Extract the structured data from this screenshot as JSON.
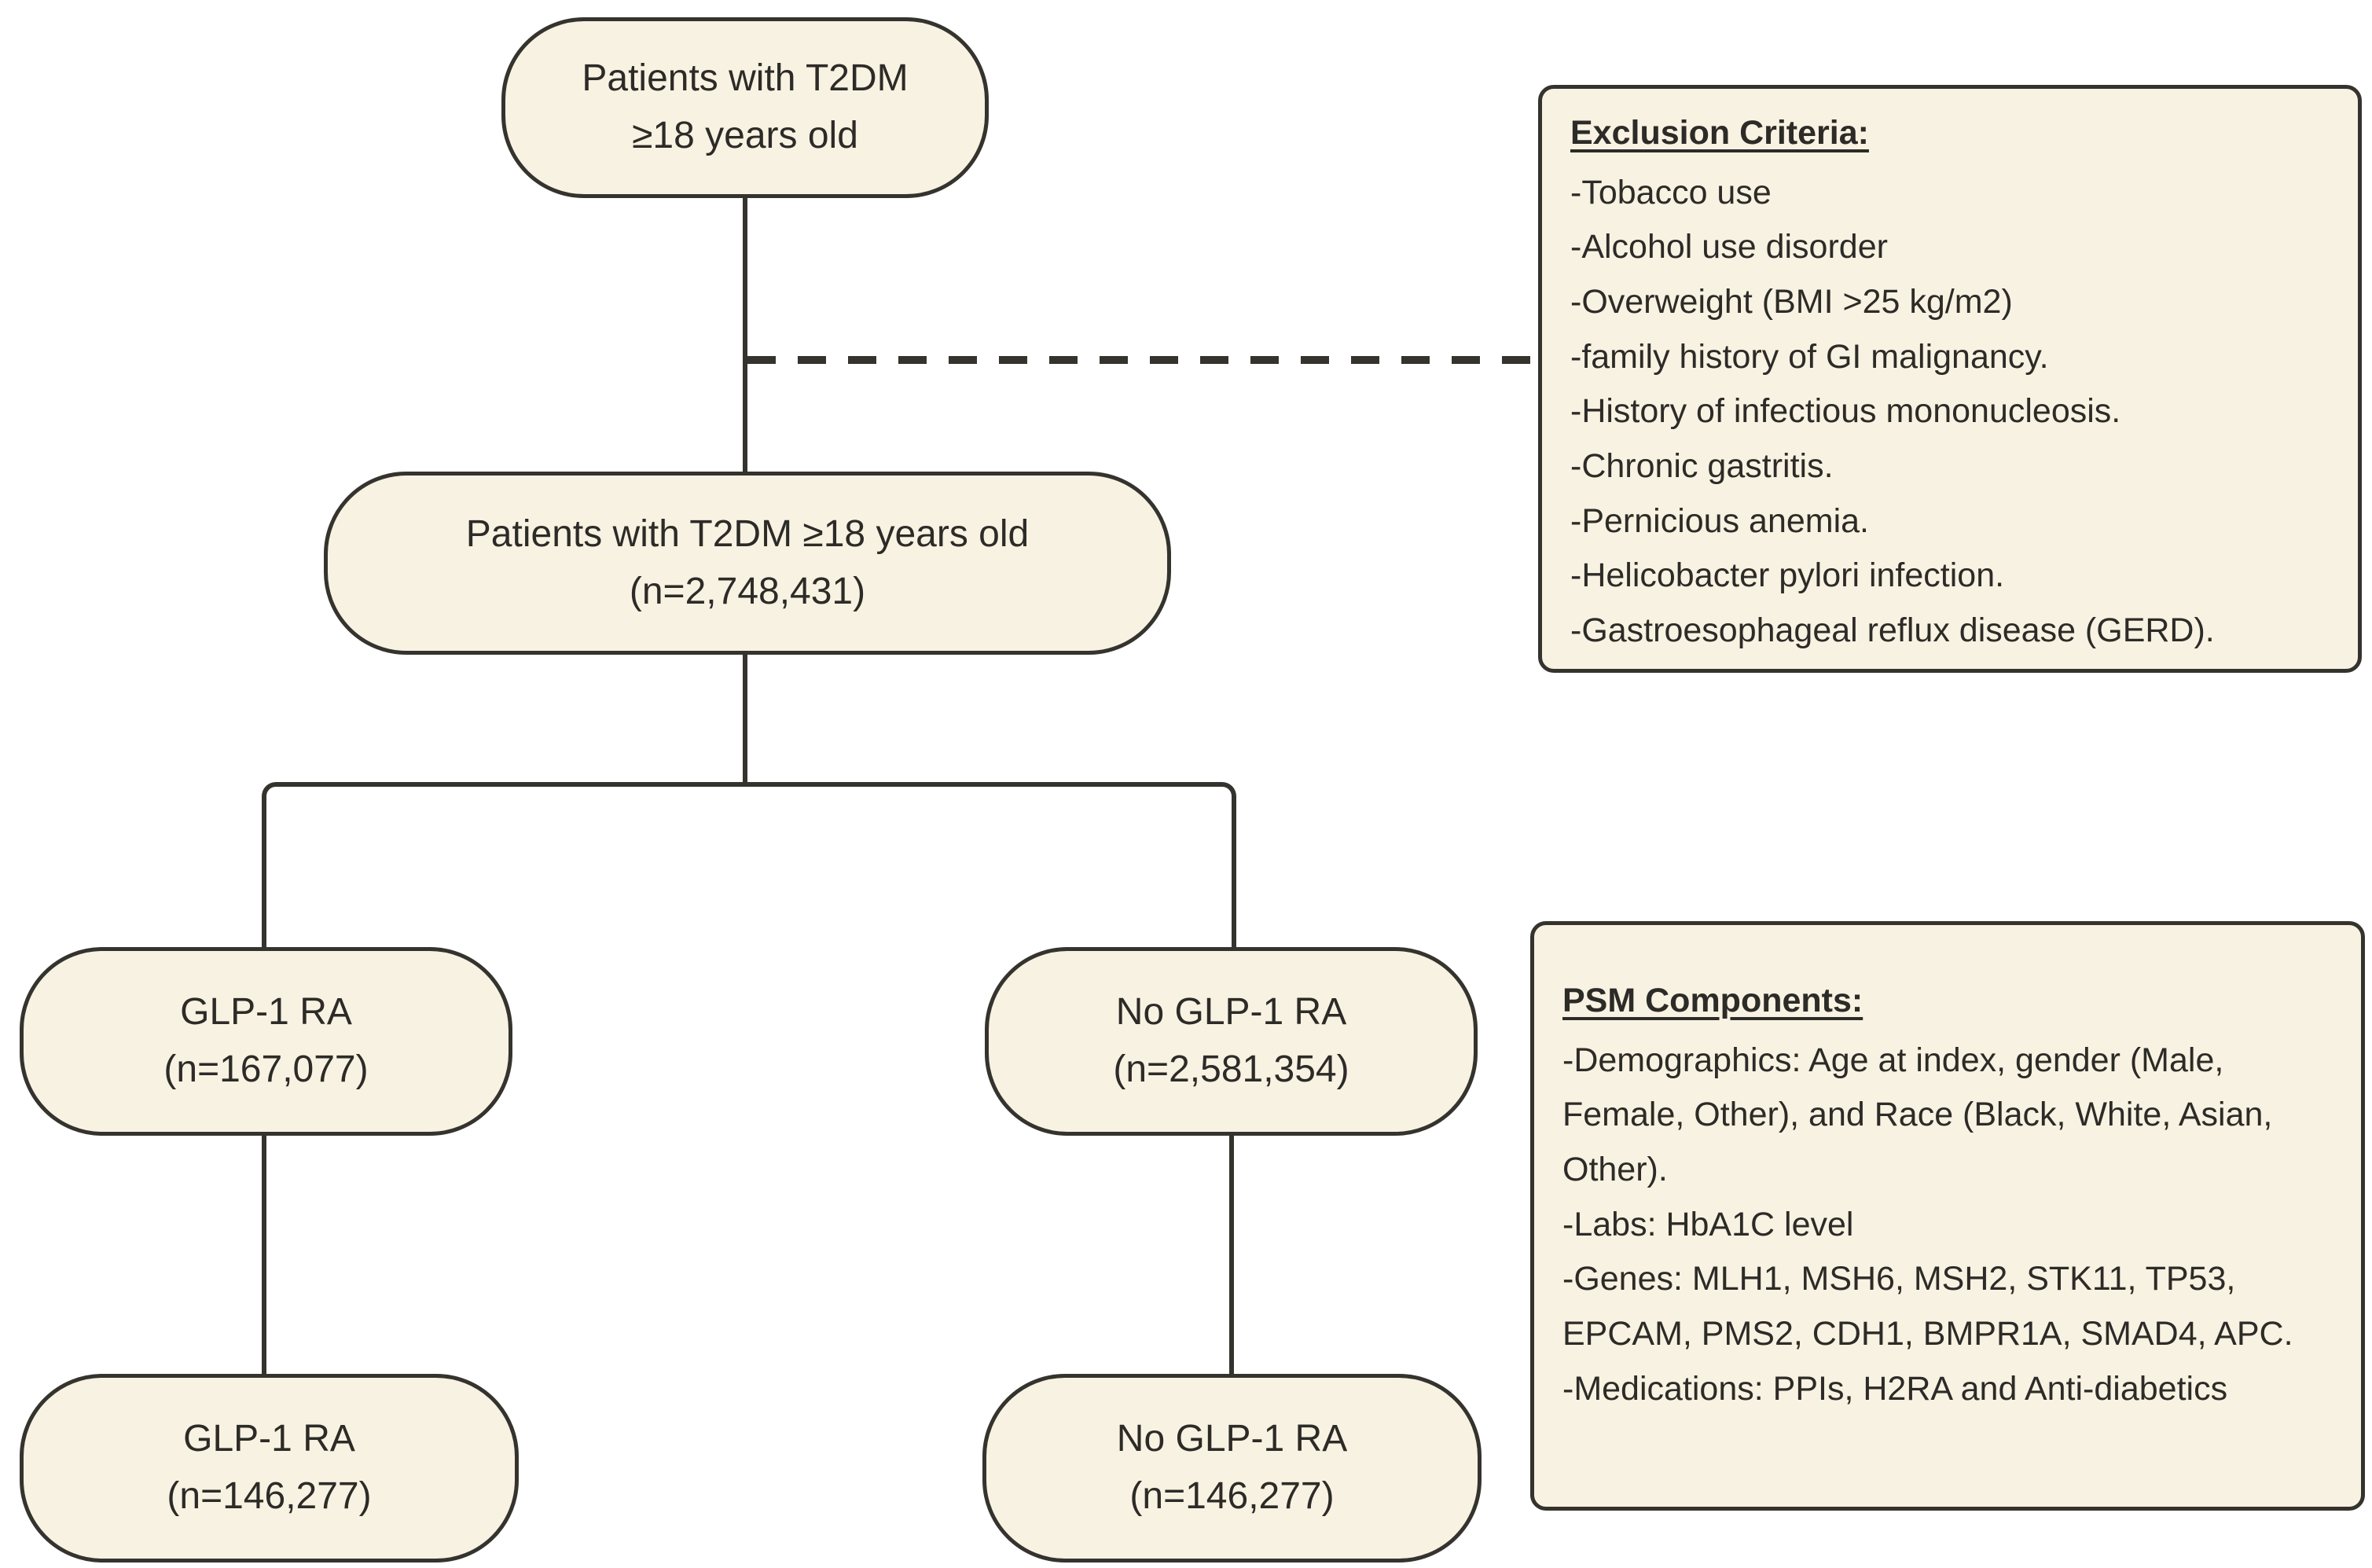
{
  "diagram": {
    "nodes": {
      "top": {
        "line1": "Patients with T2DM",
        "line2": "≥18 years old"
      },
      "cohort": {
        "line1": "Patients with T2DM ≥18 years old",
        "line2": "(n=2,748,431)"
      },
      "glp1": {
        "line1": "GLP-1 RA",
        "line2": "(n=167,077)"
      },
      "no_glp1": {
        "line1": "No GLP-1 RA",
        "line2": "(n=2,581,354)"
      },
      "glp1_matched": {
        "line1": "GLP-1 RA",
        "line2": "(n=146,277)"
      },
      "no_glp1_matched": {
        "line1": "No GLP-1 RA",
        "line2": "(n=146,277)"
      }
    },
    "exclusion_box": {
      "title": "Exclusion Criteria:",
      "items": [
        "-Tobacco use",
        "-Alcohol use disorder",
        "-Overweight (BMI >25 kg/m2)",
        "-family history of GI malignancy.",
        "-History of infectious mononucleosis.",
        "-Chronic gastritis.",
        "-Pernicious anemia.",
        "-Helicobacter pylori infection.",
        "-Gastroesophageal reflux disease (GERD)."
      ]
    },
    "psm_box": {
      "title": "PSM Components:",
      "items": [
        "-Demographics: Age at index, gender (Male, Female, Other), and Race (Black, White, Asian, Other).",
        "-Labs: HbA1C level",
        "-Genes: MLH1, MSH6, MSH2, STK11, TP53, EPCAM, PMS2, CDH1, BMPR1A, SMAD4, APC.",
        "-Medications: PPIs, H2RA and Anti-diabetics"
      ]
    },
    "colors": {
      "node_fill": "#f8f2e2",
      "stroke": "#35332e",
      "text": "#2d2b27",
      "background": "#ffffff"
    }
  }
}
